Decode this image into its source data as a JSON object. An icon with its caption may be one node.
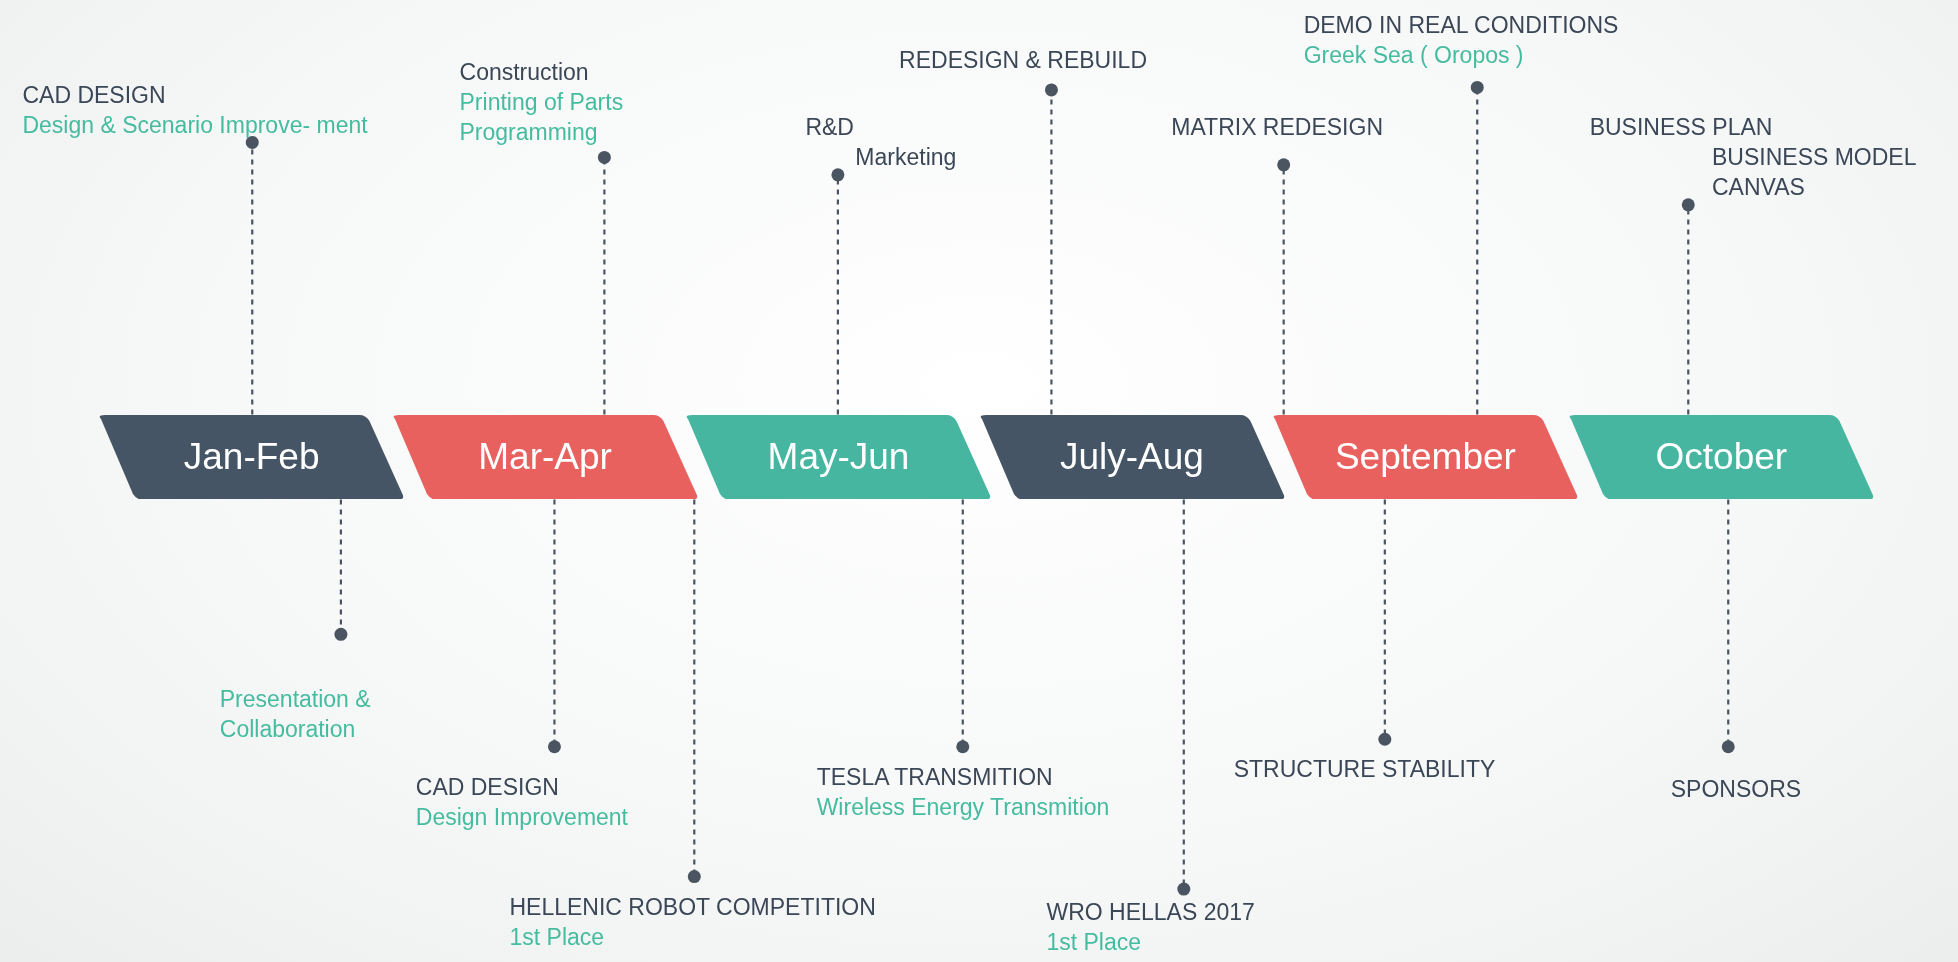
{
  "diagram": {
    "nodes": [
      {
        "text": [
          "Jan-Feb"
        ]
      },
      {
        "text": [
          "Mar-Apr"
        ]
      },
      {
        "text": [
          "May-Jun"
        ]
      },
      {
        "text": [
          "July-Aug"
        ]
      },
      {
        "text": [
          "September"
        ]
      },
      {
        "text": [
          "October"
        ]
      },
      {
        "text": [
          "CAD DESIGN",
          "Design & Scenario Improve- ment"
        ]
      },
      {
        "text": [
          "Construction",
          "Printing of Parts",
          "Programming"
        ]
      },
      {
        "text": [
          "R&D",
          "Marketing"
        ]
      },
      {
        "text": [
          "REDESIGN & REBUILD"
        ]
      },
      {
        "text": [
          "MATRIX REDESIGN"
        ]
      },
      {
        "text": [
          "DEMO IN REAL CONDITIONS",
          "Greek Sea ( Oropos )"
        ]
      },
      {
        "text": [
          "BUSINESS PLAN",
          "BUSINESS MODEL CANVAS"
        ]
      },
      {
        "text": [
          "Presentation & Collaboration"
        ]
      },
      {
        "text": [
          "CAD DESIGN",
          "Design Improvement"
        ]
      },
      {
        "text": [
          "HELLENIC ROBOT COMPETITION",
          "1st Place"
        ]
      },
      {
        "text": [
          "TESLA TRANSMITION",
          "Wireless Energy Transmition"
        ]
      },
      {
        "text": [
          "WRO HELLAS 2017",
          "1st Place"
        ]
      },
      {
        "text": [
          "STRUCTURE STABILITY"
        ]
      },
      {
        "text": [
          "SPONSORS"
        ]
      }
    ],
    "edges": [
      {
        "from": 0,
        "to": 6,
        "arrow": "other"
      },
      {
        "from": 1,
        "to": 7,
        "arrow": "other"
      },
      {
        "from": 2,
        "to": 8,
        "arrow": "other"
      },
      {
        "from": 3,
        "to": 9,
        "arrow": "other"
      },
      {
        "from": 4,
        "to": 10,
        "arrow": "other"
      },
      {
        "from": 4,
        "to": 11,
        "arrow": "other"
      },
      {
        "from": 5,
        "to": 12,
        "arrow": "other"
      },
      {
        "from": 0,
        "to": 13,
        "arrow": "other"
      },
      {
        "from": 1,
        "to": 14,
        "arrow": "other"
      },
      {
        "from": 1,
        "to": 15,
        "arrow": "other"
      },
      {
        "from": 2,
        "to": 16,
        "arrow": "other"
      },
      {
        "from": 3,
        "to": 17,
        "arrow": "other"
      },
      {
        "from": 4,
        "to": 18,
        "arrow": "other"
      },
      {
        "from": 5,
        "to": 19,
        "arrow": "other"
      }
    ]
  }
}
